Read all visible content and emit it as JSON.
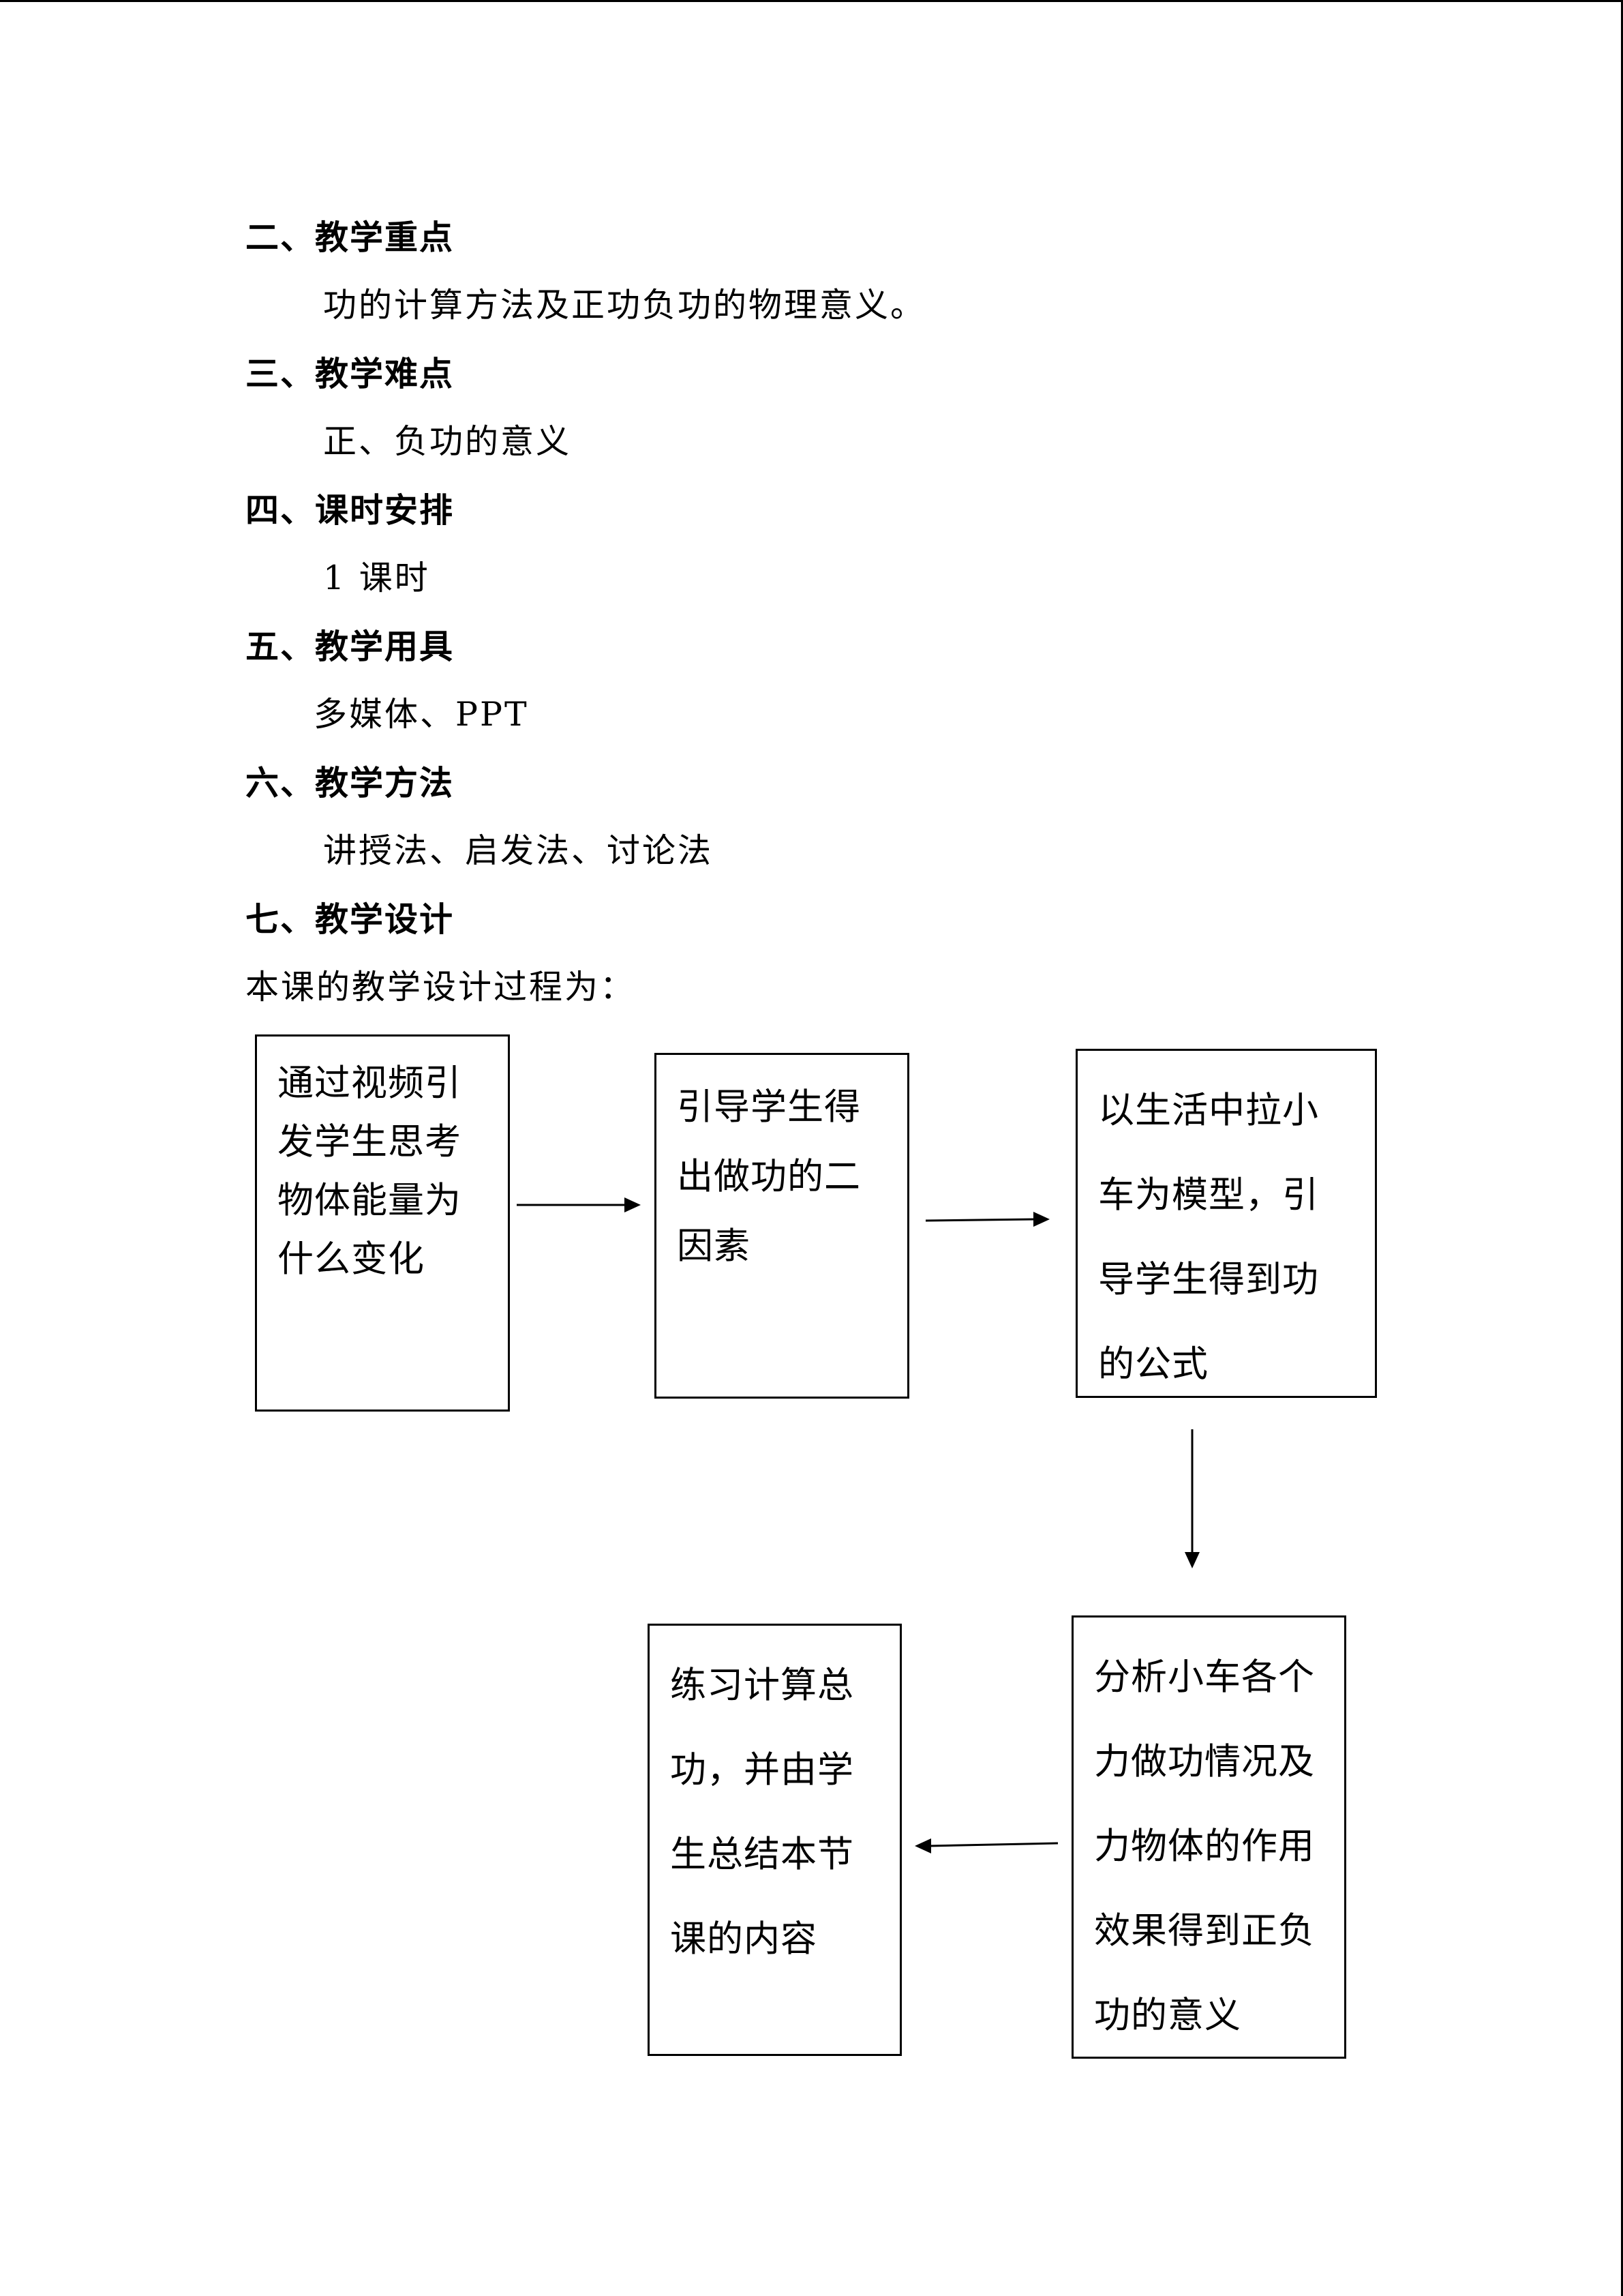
{
  "sections": [
    {
      "heading": "二、教学重点",
      "content": "功的计算方法及正功负功的物理意义。"
    },
    {
      "heading": "三、教学难点",
      "content": "正、负功的意义"
    },
    {
      "heading": "四、课时安排",
      "content": "1 课时"
    },
    {
      "heading": "五、教学用具",
      "content": "多媒体、PPT"
    },
    {
      "heading": "六、教学方法",
      "content": "讲授法、启发法、讨论法"
    },
    {
      "heading": "七、教学设计",
      "content": "本课的教学设计过程为："
    }
  ],
  "flow": {
    "boxes": [
      {
        "lines": [
          "通过视频引",
          "发学生思考",
          "物体能量为",
          "什么变化"
        ]
      },
      {
        "lines": [
          "引导学生得",
          "出做功的二",
          "因素"
        ]
      },
      {
        "lines": [
          "以生活中拉小",
          "车为模型，引",
          "导学生得到功",
          "的公式"
        ]
      },
      {
        "lines": [
          "分析小车各个",
          "力做功情况及",
          "力物体的作用",
          "效果得到正负",
          "功的意义"
        ]
      },
      {
        "lines": [
          "练习计算总",
          "功，并由学",
          "生总结本节",
          "课的内容"
        ]
      }
    ]
  }
}
